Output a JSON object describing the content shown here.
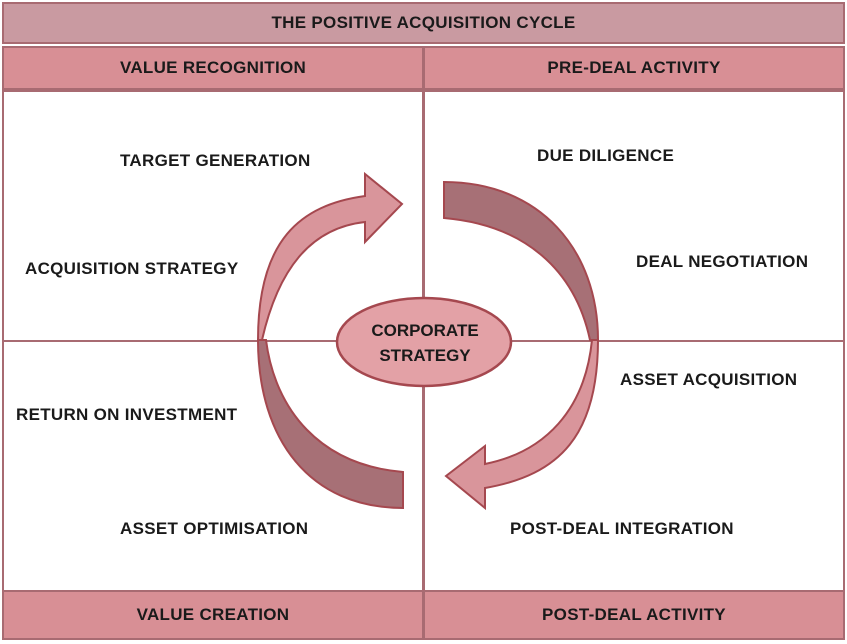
{
  "title": "THE POSITIVE ACQUISITION CYCLE",
  "headers": {
    "top_left": "VALUE RECOGNITION",
    "top_right": "PRE-DEAL ACTIVITY",
    "bottom_left": "VALUE CREATION",
    "bottom_right": "POST-DEAL ACTIVITY"
  },
  "quadrants": {
    "top_left": [
      "TARGET GENERATION",
      "ACQUISITION STRATEGY"
    ],
    "top_right": [
      "DUE DILIGENCE",
      "DEAL NEGOTIATION"
    ],
    "bottom_right": [
      "ASSET ACQUISITION",
      "POST-DEAL INTEGRATION"
    ],
    "bottom_left": [
      "RETURN ON INVESTMENT",
      "ASSET OPTIMISATION"
    ]
  },
  "center": {
    "line1": "CORPORATE",
    "line2": "STRATEGY"
  },
  "colors": {
    "title_fill": "#c99aa1",
    "header_fill": "#d88f95",
    "border": "#a86b72",
    "arrow_light": "#d9959b",
    "arrow_dark": "#a77076",
    "ellipse_fill": "#e3a1a6"
  }
}
